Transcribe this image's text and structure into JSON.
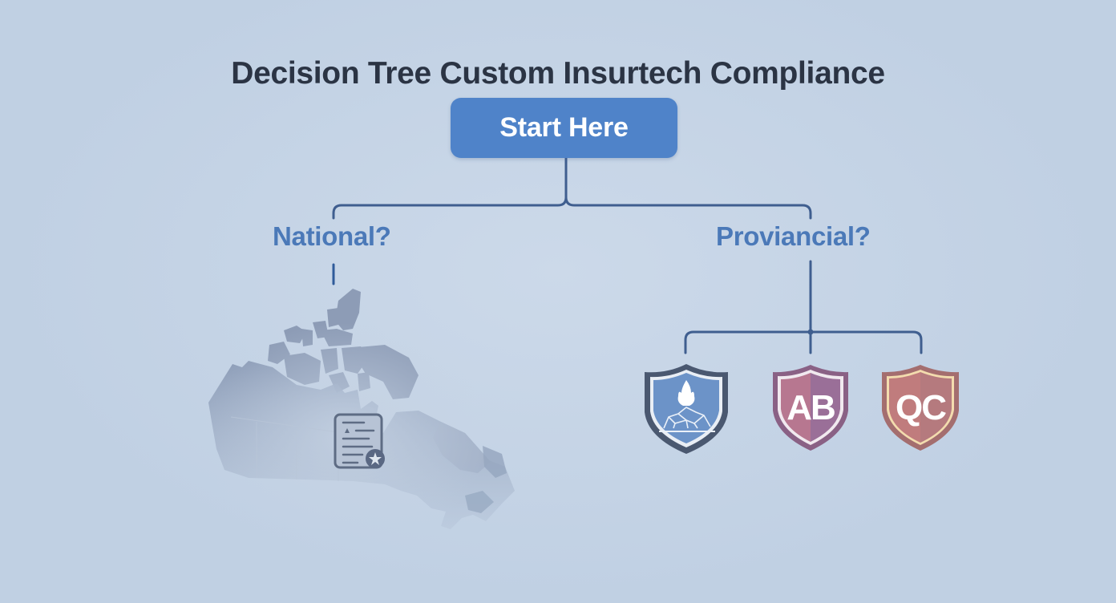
{
  "diagram": {
    "title": "Decision Tree Custom Insurtech Compliance",
    "root": {
      "label": "Start Here",
      "color": "#4f83c9"
    },
    "branches": [
      {
        "label": "National?",
        "color": "#4b79b8",
        "child": {
          "type": "illustration",
          "icon": "canada-map-icon",
          "overlay_icon": "certificate-document-icon"
        }
      },
      {
        "label": "Proviancial?",
        "color": "#4b79b8",
        "children": [
          {
            "type": "shield",
            "icon": "flame-rocks-shield-icon",
            "label": "",
            "color": "#6c93c8"
          },
          {
            "type": "shield",
            "icon": "ab-shield-icon",
            "label": "AB",
            "color": "#a6718f"
          },
          {
            "type": "shield",
            "icon": "qc-shield-icon",
            "label": "QC",
            "color": "#b8787a"
          }
        ]
      }
    ],
    "colors": {
      "background": "#c0d0e3",
      "title_text": "#2b3444",
      "connector": "#3f5e8f"
    }
  }
}
